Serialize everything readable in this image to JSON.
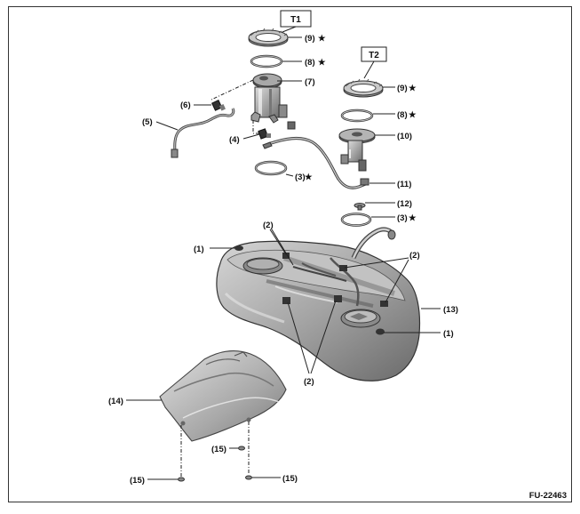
{
  "figure_code": "FU-22463",
  "tags": [
    "T1",
    "T2"
  ],
  "labels": {
    "l1a": "(1)",
    "l1b": "(1)",
    "l2a": "(2)",
    "l2b": "(2)",
    "l2c": "(2)",
    "l3a": "(3)",
    "l3b": "(3)",
    "l4": "(4)",
    "l5": "(5)",
    "l6": "(6)",
    "l7": "(7)",
    "l8a": "(8)",
    "l8b": "(8)",
    "l9a": "(9)",
    "l9b": "(9)",
    "l10": "(10)",
    "l11": "(11)",
    "l12": "(12)",
    "l13": "(13)",
    "l14": "(14)",
    "l15a": "(15)",
    "l15b": "(15)",
    "l15c": "(15)"
  },
  "star_symbol": "★",
  "colors": {
    "metal": "#9a9a9a",
    "metal_dark": "#5e5e5e",
    "metal_light": "#d4d4d4",
    "line": "#222222"
  }
}
